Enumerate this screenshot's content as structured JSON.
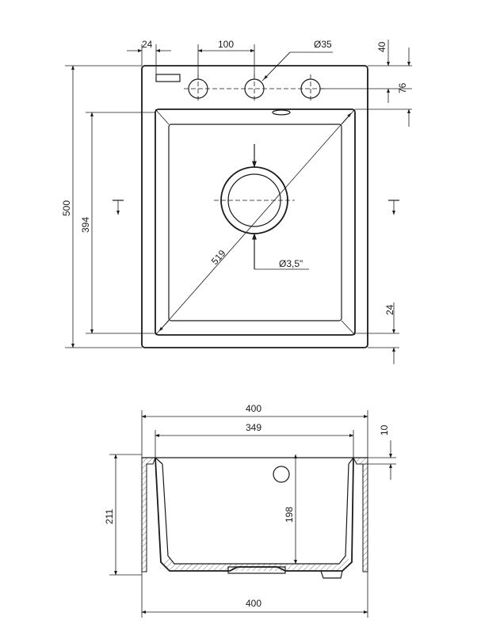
{
  "top_view": {
    "dims": {
      "tap_offset": "24",
      "hole_spacing": "100",
      "hole_diameter": "Ø35",
      "top_margin": "40",
      "hole_row_offset": "76",
      "overall_height": "500",
      "bowl_height": "394",
      "diagonal": "519",
      "drain_diameter": "Ø3,5\"",
      "bottom_margin": "24"
    }
  },
  "section_view": {
    "dims": {
      "overall_width_top": "400",
      "bowl_width": "349",
      "rim_thickness": "10",
      "overall_depth": "211",
      "bowl_depth": "198",
      "overall_width_bottom": "400"
    }
  },
  "colors": {
    "line": "#1a1a1a",
    "background": "#ffffff"
  }
}
